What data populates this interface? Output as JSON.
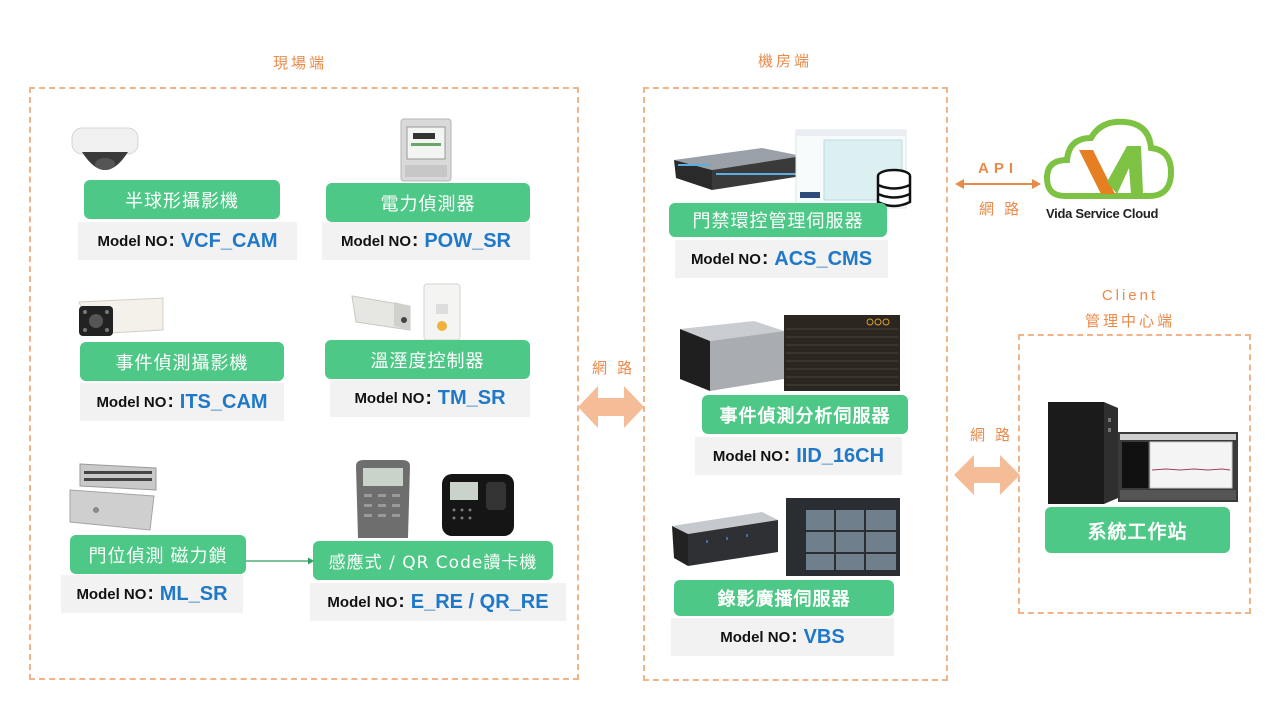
{
  "zones": {
    "field": {
      "title": "現場端"
    },
    "server_room": {
      "title": "機房端"
    },
    "client": {
      "title_line1": "Client",
      "title_line2": "管理中心端"
    }
  },
  "field_devices": [
    {
      "name": "半球形攝影機",
      "model_label": "Model NO",
      "model": "VCF_CAM",
      "icon": "dome-camera-icon"
    },
    {
      "name": "電力偵測器",
      "model_label": "Model NO",
      "model": "POW_SR",
      "icon": "power-meter-icon"
    },
    {
      "name": "事件偵測攝影機",
      "model_label": "Model NO",
      "model": "ITS_CAM",
      "icon": "bullet-camera-icon"
    },
    {
      "name": "溫溼度控制器",
      "model_label": "Model NO",
      "model": "TM_SR",
      "icon": "temp-humidity-sensor-icon"
    },
    {
      "name": "門位偵測 磁力鎖",
      "model_label": "Model NO",
      "model": "ML_SR",
      "icon": "magnetic-lock-icon"
    },
    {
      "name": "感應式 / QR Code讀卡機",
      "model_label": "Model NO",
      "model": "E_RE / QR_RE",
      "icon": "card-reader-icon"
    }
  ],
  "servers": [
    {
      "name": "門禁環控管理伺服器",
      "model_label": "Model NO",
      "model": "ACS_CMS",
      "icon": "rack-server-icon"
    },
    {
      "name": "事件偵測分析伺服器",
      "model_label": "Model NO",
      "model": "IID_16CH",
      "icon": "analysis-server-icon"
    },
    {
      "name": "錄影廣播伺服器",
      "model_label": "Model NO",
      "model": "VBS",
      "icon": "recording-server-icon"
    }
  ],
  "client": {
    "name": "系統工作站",
    "icon": "workstation-icon"
  },
  "cloud": {
    "name": "Vida Service Cloud",
    "api_label": "API",
    "network_label": "網 路"
  },
  "links": {
    "field_to_server": "網 路",
    "server_to_client": "網 路"
  },
  "colors": {
    "accent_orange": "#e98a4a",
    "label_green": "#4ec886",
    "model_blue": "#1f78c8",
    "cloud_green": "#7dc242"
  }
}
